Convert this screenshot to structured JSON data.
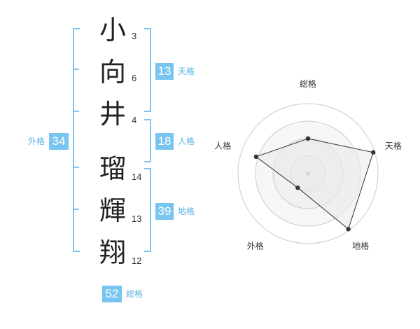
{
  "name_chars": [
    {
      "char": "小",
      "strokes": "3"
    },
    {
      "char": "向",
      "strokes": "6"
    },
    {
      "char": "井",
      "strokes": "4"
    },
    {
      "char": "瑠",
      "strokes": "14"
    },
    {
      "char": "輝",
      "strokes": "13"
    },
    {
      "char": "翔",
      "strokes": "12"
    }
  ],
  "kakusu": {
    "tenkaku": {
      "value": "13",
      "label": "天格"
    },
    "jinkaku": {
      "value": "18",
      "label": "人格"
    },
    "chikaku": {
      "value": "39",
      "label": "地格"
    },
    "gaikaku": {
      "value": "34",
      "label": "外格"
    },
    "soukaku": {
      "value": "52",
      "label": "総格"
    }
  },
  "colors": {
    "accent": "#78c5f0",
    "bracket": "#7fc6ee"
  },
  "chart_data": {
    "type": "radar",
    "axes": [
      "総格",
      "天格",
      "地格",
      "外格",
      "人格"
    ],
    "values": [
      0.5,
      0.98,
      0.98,
      0.25,
      0.78
    ],
    "range": [
      0,
      1
    ],
    "rings": 4
  }
}
